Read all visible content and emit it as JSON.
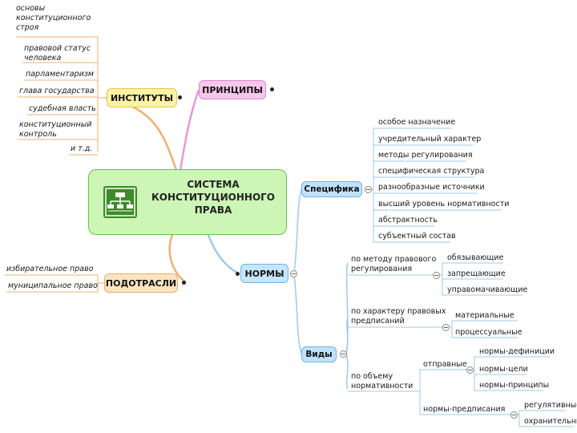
{
  "central": {
    "line1": "СИСТЕМА",
    "line2": "КОНСТИТУЦИОННОГО",
    "line3": "ПРАВА",
    "icon": "hierarchy-icon"
  },
  "institutes": {
    "label": "ИНСТИТУТЫ",
    "items": {
      "basics": {
        "line1": "основы",
        "line2": "конституционного",
        "line3": "строя"
      },
      "legal_status": {
        "line1": "правовой статус",
        "line2": "человека"
      },
      "parliamentarism": "парламентаризм",
      "head_of_state": "глава государства",
      "judicial_power": "судебная власть",
      "const_control": {
        "line1": "конституционный",
        "line2": "контроль"
      },
      "etc": "и т.д."
    }
  },
  "principles": {
    "label": "ПРИНЦИПЫ"
  },
  "subbranches": {
    "label": "ПОДОТРАСЛИ",
    "items": {
      "electoral": "избирательное право",
      "municipal": "муниципальное право"
    }
  },
  "norms": {
    "label": "НОРМЫ",
    "specifics": {
      "label": "Специфика",
      "items": {
        "purpose": "особое назначение",
        "constituent": "учредительный характер",
        "methods": "методы регулирования",
        "structure": "специфическая структура",
        "sources": "разнообразные источники",
        "normativity": "высший уровень нормативности",
        "abstractness": "абстрактность",
        "subjects": "субъектный состав"
      }
    },
    "types": {
      "label": "Виды",
      "by_method": {
        "line1": "по методу правового",
        "line2": "регулирования",
        "items": {
          "binding": "обязывающие",
          "prohibiting": "запрещающие",
          "empowering": "управомачивающие"
        }
      },
      "by_nature": {
        "line1": "по характеру правовых",
        "line2": "предписаний",
        "items": {
          "material": "материальные",
          "procedural": "процессуальные"
        }
      },
      "by_scope": {
        "line1": "по объему",
        "line2": "нормативности",
        "initial": {
          "label": "отправные",
          "items": {
            "definitions": "нормы-дефиниции",
            "goals": "нормы-цели",
            "principles": "нормы-принципы"
          }
        },
        "prescriptions": {
          "label": "нормы-предписания",
          "items": {
            "regulatory": "регулятивные",
            "protective": "охранительные"
          }
        }
      }
    }
  },
  "colors": {
    "central_fill": "#cdf5b6",
    "institutes": "#fff2a6",
    "principles": "#f7c6ec",
    "norms": "#c6e6ff",
    "specifics": "#bfe3ff",
    "subbranches": "#ffe4c2",
    "link_orange": "#f0b070",
    "link_pink": "#e699d9",
    "link_blue": "#9fc9ee"
  }
}
